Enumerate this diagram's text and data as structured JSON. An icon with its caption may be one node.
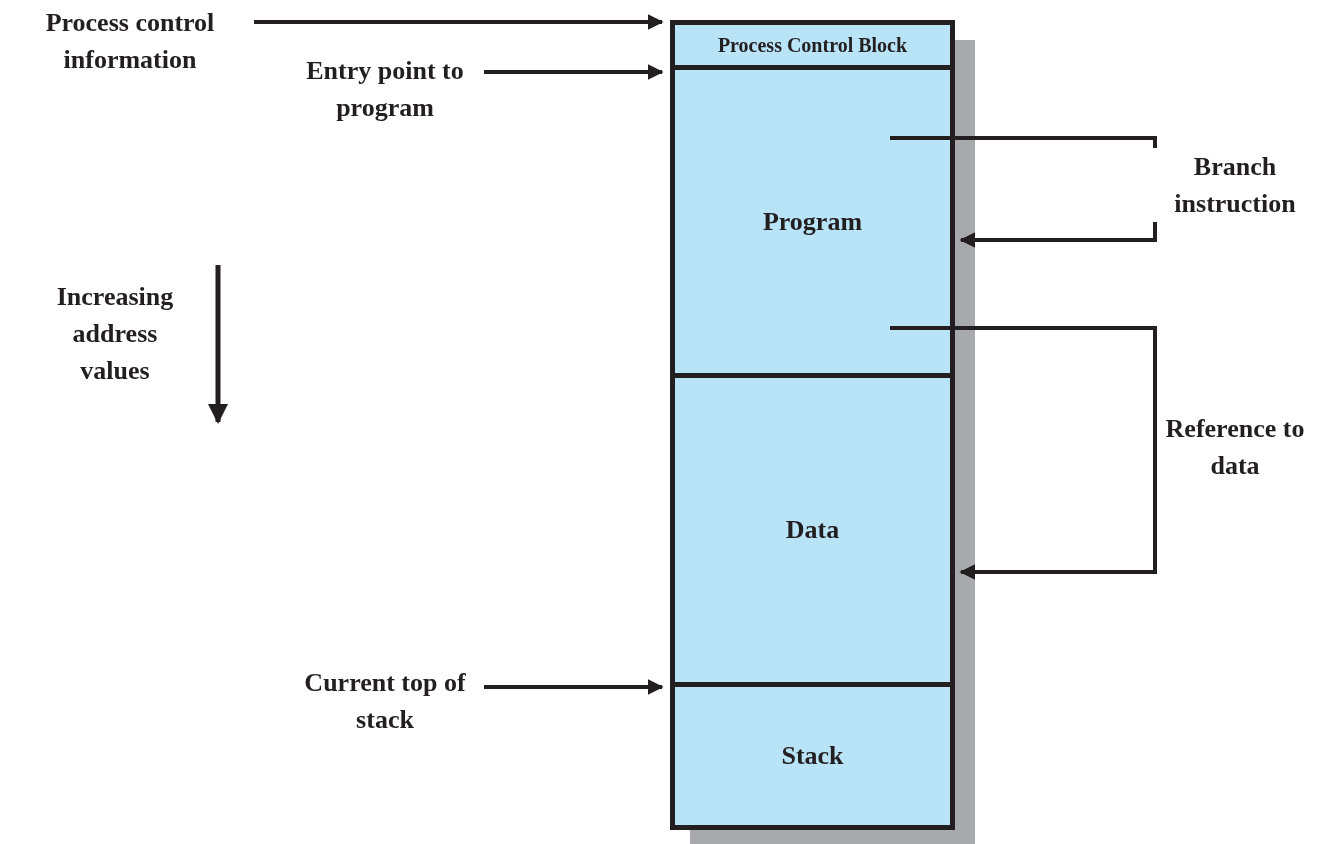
{
  "diagram": {
    "nodes": [
      {
        "text": [
          "Process control information"
        ]
      },
      {
        "text": [
          "Process Control Block"
        ]
      },
      {
        "text": [
          "Entry point to program"
        ]
      },
      {
        "text": [
          "Program"
        ]
      },
      {
        "text": [
          "Data"
        ]
      },
      {
        "text": [
          "Current top of stack"
        ]
      },
      {
        "text": [
          "Stack"
        ]
      }
    ],
    "edges": [
      {
        "from": 0,
        "to": 1,
        "arrow": "to"
      },
      {
        "from": 2,
        "to": 3,
        "arrow": "to"
      },
      {
        "from": 3,
        "to": 3,
        "arrow": "to",
        "label": "Branch instruction"
      },
      {
        "from": 3,
        "to": 4,
        "arrow": "to",
        "label": "Reference to data"
      },
      {
        "from": 5,
        "to": 6,
        "arrow": "to"
      }
    ],
    "labels": [
      "Increasing address values"
    ]
  }
}
